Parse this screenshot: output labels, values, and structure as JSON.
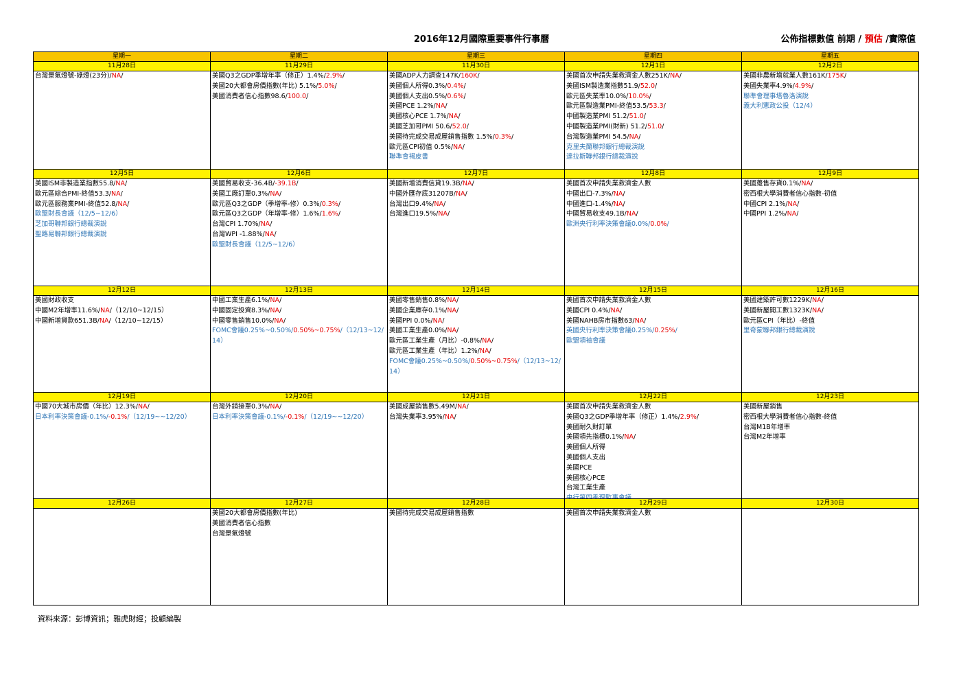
{
  "title": "2016年12月國際重要事件行事曆",
  "legend": {
    "a": "公佈指標數值",
    "b": "前期 /",
    "c": "預估",
    "d": "/實際值"
  },
  "weekdays": [
    "星期一",
    "星期二",
    "星期三",
    "星期四",
    "星期五"
  ],
  "weeks": [
    {
      "days": [
        {
          "date": "11月28日",
          "events": [
            {
              "t": "台灣景氣燈號-綠燈(23分)/",
              "r": "NA",
              "s": "/"
            }
          ]
        },
        {
          "date": "11月29日",
          "events": [
            {
              "t": "美國Q3之GDP季增年率（修正）1.4%/",
              "r": "2.9%",
              "s": "/"
            },
            {
              "t": "美國20大都會房價指數(年比) 5.1%/",
              "r": "5.0%",
              "s": "/"
            },
            {
              "t": "美國消費者信心指數98.6/",
              "r": "100.0",
              "s": "/"
            }
          ]
        },
        {
          "date": "11月30日",
          "events": [
            {
              "t": "美國ADP人力調查147K/",
              "r": "160K",
              "s": "/"
            },
            {
              "t": "美國個人所得0.3%/",
              "r": "0.4%",
              "s": "/"
            },
            {
              "t": "美國個人支出0.5%/",
              "r": "0.6%",
              "s": "/"
            },
            {
              "t": "美國PCE  1.2%/",
              "r": "NA",
              "s": "/"
            },
            {
              "t": "美國核心PCE  1.7%/",
              "r": "NA",
              "s": "/"
            },
            {
              "t": "美國芝加哥PMI  50.6/",
              "r": "52.0",
              "s": "/"
            },
            {
              "t": "美國待完成交易成屋銷售指數  1.5%/",
              "r": "0.3%",
              "s": "/"
            },
            {
              "t": "歐元區CPI初值 0.5%/",
              "r": "NA",
              "s": "/"
            },
            {
              "t": "聯準會褐皮書",
              "blue": true
            }
          ]
        },
        {
          "date": "12月1日",
          "events": [
            {
              "t": "美國首次申請失業救濟金人數251K/",
              "r": "NA",
              "s": "/"
            },
            {
              "t": "美國ISM製造業指數51.9/",
              "r": "52.0",
              "s": "/"
            },
            {
              "t": "歐元區失業率10.0%/",
              "r": "10.0%",
              "s": "/"
            },
            {
              "t": "歐元區製造業PMI-終值53.5/",
              "r": "53.3",
              "s": "/"
            },
            {
              "t": "中國製造業PMI 51.2/",
              "r": "51.0",
              "s": "/"
            },
            {
              "t": "中國製造業PMI(財新) 51.2/",
              "r": "51.0",
              "s": "/"
            },
            {
              "t": "台灣製造業PMI 54.5/",
              "r": "NA",
              "s": "/"
            },
            {
              "t": "克里夫蘭聯邦銀行總裁演說",
              "blue": true
            },
            {
              "t": "達拉斯聯邦銀行總裁演說",
              "blue": true
            }
          ]
        },
        {
          "date": "12月2日",
          "events": [
            {
              "t": "美國非農新增就業人數161K/",
              "r": "175K",
              "s": "/"
            },
            {
              "t": "美國失業率4.9%/",
              "r": "4.9%",
              "s": "/"
            },
            {
              "t": "聯準會理事塔魯洛演說",
              "blue": true
            },
            {
              "t": "義大利憲政公投（12/4）",
              "blue": true
            }
          ]
        }
      ]
    },
    {
      "days": [
        {
          "date": "12月5日",
          "events": [
            {
              "t": "美國ISM非製造業指數55.8/",
              "r": "NA",
              "s": "/"
            },
            {
              "t": "歐元區綜合PMI-終值53.3/",
              "r": "NA",
              "s": "/"
            },
            {
              "t": "歐元區服務業PMI-終值52.8/",
              "r": "NA",
              "s": "/"
            },
            {
              "t": "歐盟財長會議（12/5~12/6）",
              "blue": true
            },
            {
              "t": "芝加哥聯邦銀行總裁演說",
              "blue": true
            },
            {
              "t": "聖路易聯邦銀行總裁演說",
              "blue": true
            }
          ]
        },
        {
          "date": "12月6日",
          "events": [
            {
              "t": "美國貿易收支-36.4B/",
              "r": "-39.1B",
              "s": "/"
            },
            {
              "t": "美國工廠訂單0.3%/",
              "r": "NA",
              "s": "/"
            },
            {
              "t": "歐元區Q3之GDP（季增率-修）0.3%/",
              "r": "0.3%",
              "s": "/"
            },
            {
              "t": "歐元區Q3之GDP（年增率-修）1.6%/",
              "r": "1.6%",
              "s": "/"
            },
            {
              "t": "台灣CPI  1.70%/",
              "r": "NA",
              "s": "/"
            },
            {
              "t": "台灣WPI  -1.88%/",
              "r": "NA",
              "s": "/"
            },
            {
              "t": "歐盟財長會議（12/5~12/6）",
              "blue": true
            }
          ]
        },
        {
          "date": "12月7日",
          "events": [
            {
              "t": "美國新增消費信貸19.3B/",
              "r": "NA",
              "s": "/"
            },
            {
              "t": "中國外匯存底31207B/",
              "r": "NA",
              "s": "/"
            },
            {
              "t": "台灣出口9.4%/",
              "r": "NA",
              "s": "/"
            },
            {
              "t": "台灣進口19.5%/",
              "r": "NA",
              "s": "/"
            }
          ]
        },
        {
          "date": "12月8日",
          "events": [
            {
              "t": "美國首次申請失業救濟金人數"
            },
            {
              "t": "中國出口-7.3%/",
              "r": "NA",
              "s": "/"
            },
            {
              "t": "中國進口-1.4%/",
              "r": "NA",
              "s": "/"
            },
            {
              "t": "中國貿易收支49.1B/",
              "r": "NA",
              "s": "/"
            },
            {
              "t": "歐洲央行利率決策會議0.0%/",
              "r": "0.0%",
              "s": "/",
              "blue": true
            }
          ]
        },
        {
          "date": "12月9日",
          "events": [
            {
              "t": "美國躉售存貨0.1%/",
              "r": "NA",
              "s": "/"
            },
            {
              "t": "密西根大學消費者信心指數-初值"
            },
            {
              "t": "中國CPI  2.1%/",
              "r": "NA",
              "s": "/"
            },
            {
              "t": "中國PPI  1.2%/",
              "r": "NA",
              "s": "/"
            }
          ]
        }
      ]
    },
    {
      "days": [
        {
          "date": "12月12日",
          "events": [
            {
              "t": "美國財政收支"
            },
            {
              "t": "中國M2年增率11.6%/",
              "r": "NA",
              "s": "/（12/10~12/15）"
            },
            {
              "t": "中國新增貸款651.3B/",
              "r": "NA",
              "s": "/（12/10~12/15）"
            }
          ]
        },
        {
          "date": "12月13日",
          "events": [
            {
              "t": "中國工業生產6.1%/",
              "r": "NA",
              "s": "/"
            },
            {
              "t": "中國固定投資8.3%/",
              "r": "NA",
              "s": "/"
            },
            {
              "t": "中國零售銷售10.0%/",
              "r": "NA",
              "s": "/"
            },
            {
              "t": "FOMC會議0.25%~0.50%/",
              "r": "0.50%~0.75%",
              "s": "/（12/13~12/14）",
              "blue": true
            }
          ]
        },
        {
          "date": "12月14日",
          "events": [
            {
              "t": "美國零售銷售0.8%/",
              "r": "NA",
              "s": "/"
            },
            {
              "t": "美國企業庫存0.1%/",
              "r": "NA",
              "s": "/"
            },
            {
              "t": "美國PPI  0.0%/",
              "r": "NA",
              "s": "/"
            },
            {
              "t": "美國工業生產0.0%/",
              "r": "NA",
              "s": "/"
            },
            {
              "t": "歐元區工業生產（月比）-0.8%/",
              "r": "NA",
              "s": "/"
            },
            {
              "t": "歐元區工業生產（年比）1.2%/",
              "r": "NA",
              "s": "/"
            },
            {
              "t": "FOMC會議0.25%~0.50%/",
              "r": "0.50%~0.75%",
              "s": "/（12/13~12/14）",
              "blue": true
            }
          ]
        },
        {
          "date": "12月15日",
          "events": [
            {
              "t": "美國首次申請失業救濟金人數"
            },
            {
              "t": "美國CPI  0.4%/",
              "r": "NA",
              "s": "/"
            },
            {
              "t": "美國NAHB房市指數63/",
              "r": "NA",
              "s": "/"
            },
            {
              "t": "英國央行利率決策會議0.25%/",
              "r": "0.25%",
              "s": "/",
              "blue": true
            },
            {
              "t": "歐盟領袖會議",
              "blue": true
            }
          ]
        },
        {
          "date": "12月16日",
          "events": [
            {
              "t": "美國建築許可數1229K/",
              "r": "NA",
              "s": "/"
            },
            {
              "t": "美國新屋開工數1323K/",
              "r": "NA",
              "s": "/"
            },
            {
              "t": "歐元區CPI（年比）-終值"
            },
            {
              "t": "里奇蒙聯邦銀行總裁演說",
              "blue": true
            }
          ]
        }
      ]
    },
    {
      "days": [
        {
          "date": "12月19日",
          "events": [
            {
              "t": "中國70大城市房價（年比）12.3%/",
              "r": "NA",
              "s": "/"
            },
            {
              "t": "日本利率決策會議-0.1%/",
              "r": "-0.1%",
              "s": "/（12/19~~12/20）",
              "blue": true
            }
          ]
        },
        {
          "date": "12月20日",
          "events": [
            {
              "t": "台灣外銷接單0.3%/",
              "r": "NA",
              "s": "/"
            },
            {
              "t": "日本利率決策會議-0.1%/",
              "r": "-0.1%",
              "s": "/（12/19~~12/20）",
              "blue": true
            }
          ]
        },
        {
          "date": "12月21日",
          "events": [
            {
              "t": "美國成屋銷售數5.49M/",
              "r": "NA",
              "s": "/"
            },
            {
              "t": "台灣失業率3.95%/",
              "r": "NA",
              "s": "/"
            }
          ]
        },
        {
          "date": "12月22日",
          "events": [
            {
              "t": "美國首次申請失業救濟金人數"
            },
            {
              "t": "美國Q3之GDP季增年率（修正）1.4%/",
              "r": "2.9%",
              "s": "/"
            },
            {
              "t": "美國耐久財訂單"
            },
            {
              "t": "美國領先指標0.1%/",
              "r": "NA",
              "s": "/"
            },
            {
              "t": "美國個人所得"
            },
            {
              "t": "美國個人支出"
            },
            {
              "t": "美國PCE"
            },
            {
              "t": "美國核心PCE"
            },
            {
              "t": "台灣工業生產"
            },
            {
              "t": "央行第四季理監事會議",
              "blue": true
            }
          ]
        },
        {
          "date": "12月23日",
          "events": [
            {
              "t": "美國新屋銷售"
            },
            {
              "t": "密西根大學消費者信心指數-終值"
            },
            {
              "t": "台灣M1B年增率"
            },
            {
              "t": "台灣M2年增率"
            }
          ]
        }
      ]
    },
    {
      "days": [
        {
          "date": "12月26日",
          "events": []
        },
        {
          "date": "12月27日",
          "events": [
            {
              "t": "美國20大都會房價指數(年比)"
            },
            {
              "t": "美國消費者信心指數"
            },
            {
              "t": "台灣景氣燈號"
            }
          ]
        },
        {
          "date": "12月28日",
          "events": [
            {
              "t": "美國待完成交易成屋銷售指數"
            }
          ]
        },
        {
          "date": "12月29日",
          "events": [
            {
              "t": "美國首次申請失業救濟金人數"
            }
          ]
        },
        {
          "date": "12月30日",
          "events": []
        }
      ]
    }
  ],
  "footer": "資料來源：彭博資訊；雅虎財經；投顧編製",
  "colors": {
    "header": "#f7c400",
    "date": "#fff200",
    "red": "#e60000",
    "blue": "#2f75b5"
  }
}
